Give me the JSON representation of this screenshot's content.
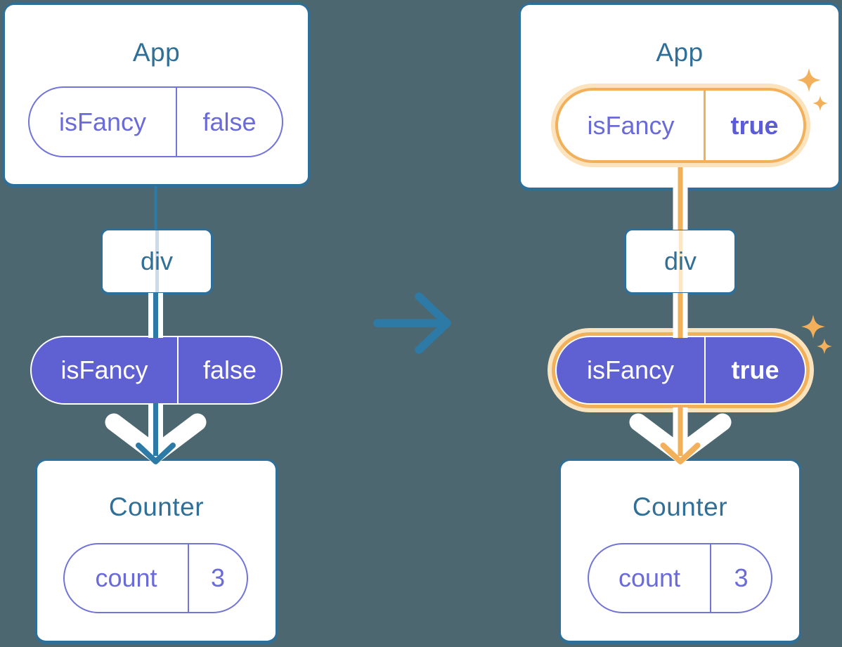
{
  "colors": {
    "background": "#4C6770",
    "card_background": "#FFFFFF",
    "card_border": "#2E6F99",
    "component_title_text": "#2F6F98",
    "prop_pill_purple_fill": "#5F61D3",
    "prop_pill_purple_text": "#FFFFFF",
    "prop_outline_purple": "#7174D9",
    "prop_text_purple": "#6A6BD9",
    "flow_line_blue": "#2E7AA7",
    "highlight_orange": "#F2B05A",
    "highlight_orange_glow": "#FAE3BD",
    "thread_light_blue": "#CCDAED",
    "thread_light_orange": "#FBE6C6"
  },
  "icons": {
    "transition_arrow": "right-arrow",
    "down_flow_arrow": "down-arrow",
    "highlight_sparkles": "sparkle"
  },
  "before": {
    "app": {
      "title": "App",
      "prop": {
        "name": "isFancy",
        "value": "false"
      }
    },
    "container": {
      "label": "div"
    },
    "passed_prop": {
      "name": "isFancy",
      "value": "false"
    },
    "counter": {
      "title": "Counter",
      "state": {
        "name": "count",
        "value": "3"
      }
    }
  },
  "after": {
    "app": {
      "title": "App",
      "prop": {
        "name": "isFancy",
        "value": "true"
      }
    },
    "container": {
      "label": "div"
    },
    "passed_prop": {
      "name": "isFancy",
      "value": "true"
    },
    "counter": {
      "title": "Counter",
      "state": {
        "name": "count",
        "value": "3"
      }
    }
  }
}
